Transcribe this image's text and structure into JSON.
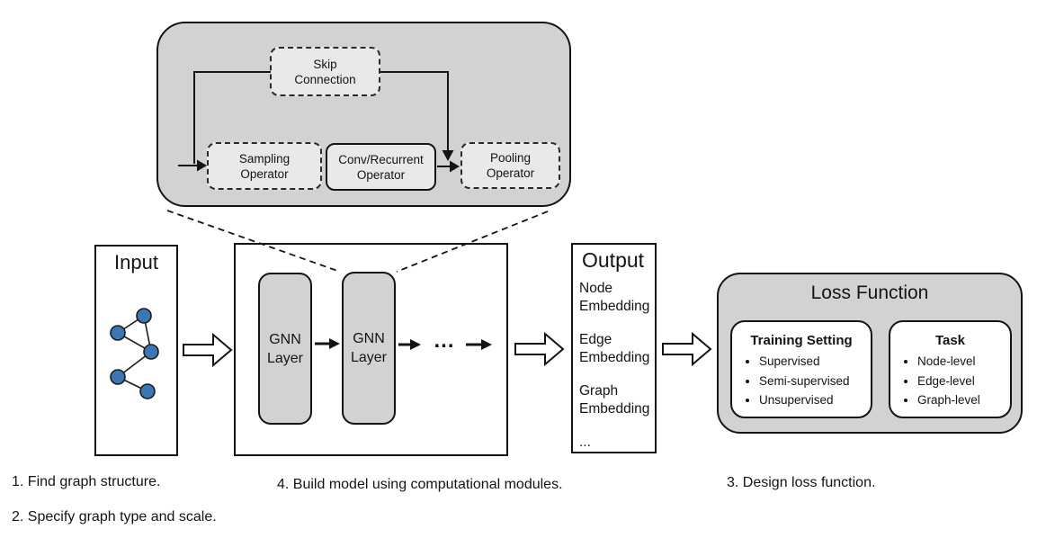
{
  "colors": {
    "node_blue": "#3b76b5",
    "panel_gray": "#d2d2d2",
    "module_gray": "#e9e9e9",
    "line_black": "#141414"
  },
  "detail": {
    "skip_label": "Skip Connection",
    "sampling_label": "Sampling Operator",
    "conv_label": "Conv/Recurrent Operator",
    "pooling_label": "Pooling Operator"
  },
  "pipeline": {
    "input": {
      "title": "Input"
    },
    "model": {
      "layer1_label": "GNN Layer",
      "layer2_label": "GNN Layer",
      "ellipsis": "..."
    },
    "output": {
      "title": "Output",
      "items": [
        "Node Embedding",
        "Edge Embedding",
        "Graph Embedding",
        "..."
      ]
    },
    "loss": {
      "title": "Loss Function",
      "training_setting": {
        "title": "Training Setting",
        "items": [
          "Supervised",
          "Semi-supervised",
          "Unsupervised"
        ]
      },
      "task": {
        "title": "Task",
        "items": [
          "Node-level",
          "Edge-level",
          "Graph-level"
        ]
      }
    }
  },
  "captions": {
    "step1": "1. Find graph structure.",
    "step2": "2. Specify graph type and scale.",
    "step3": "3. Design loss function.",
    "step4": "4. Build model using computational modules."
  }
}
